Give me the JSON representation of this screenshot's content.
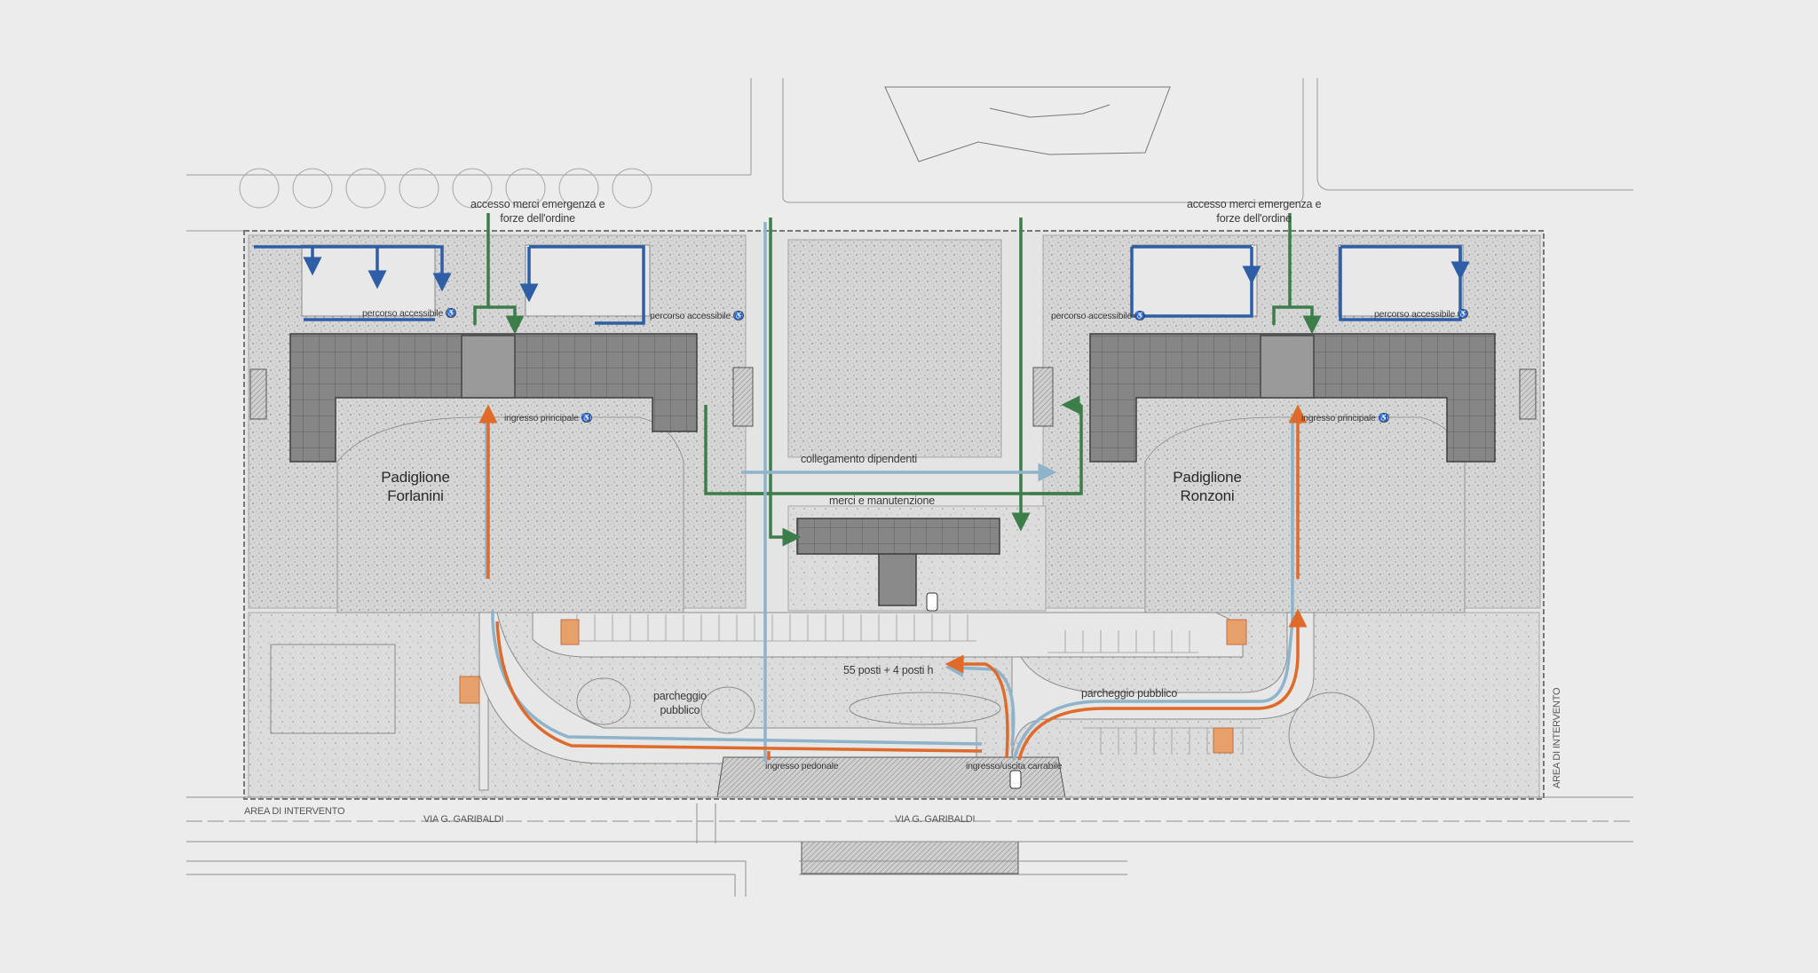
{
  "plan": {
    "buildings": [
      {
        "id": "left",
        "name_line1": "Padiglione",
        "name_line2": "Forlanini"
      },
      {
        "id": "right",
        "name_line1": "Padiglione",
        "name_line2": "Ronzoni"
      }
    ],
    "labels": {
      "access_left_1": "accesso merci emergenza e",
      "access_left_2": "forze dell'ordine",
      "access_right_1": "accesso merci emergenza e",
      "access_right_2": "forze dell'ordine",
      "percorso_1": "percorso accessibile",
      "percorso_2": "percorso accessibile",
      "percorso_3": "percorso accessibile",
      "percorso_4": "percorso accessibile",
      "ingresso_principale_left": "ingresso principale",
      "ingresso_principale_right": "ingresso principale",
      "collegamento": "collegamento dipendenti",
      "merci": "merci e manutenzione",
      "posti": "55 posti + 4 posti h",
      "parcheggio_left_1": "parcheggio",
      "parcheggio_left_2": "pubblico",
      "parcheggio_right": "parcheggio pubblico",
      "ingresso_pedonale": "ingresso pedonale",
      "ingresso_carrabile": "ingresso/uscita carrabile",
      "area_bottom": "AREA DI INTERVENTO",
      "area_right": "AREA DI INTERVENTO",
      "via_left": "VIA G. GARIBALDI",
      "via_right": "VIA G. GARIBALDI"
    },
    "icons": [
      "wheelchair-icon",
      "no-parking-sign-icon",
      "car-icon",
      "tree-icon"
    ],
    "colors": {
      "background": "#ececec",
      "texture": "#d2d2d2",
      "building": "#7d7d7d",
      "route_green": "#3d7d4a",
      "route_blue": "#2d5ea6",
      "route_lightblue": "#8fb3c9",
      "route_orange": "#e06a2a",
      "sign_orange": "#e8a06a"
    }
  }
}
